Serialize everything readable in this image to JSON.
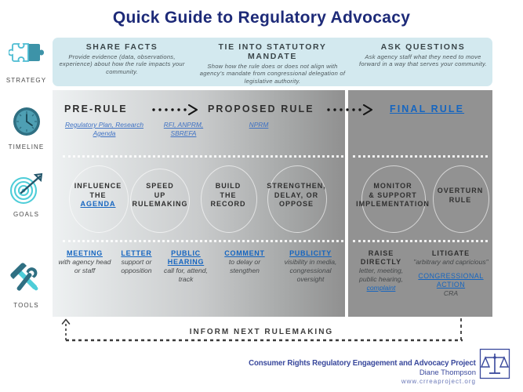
{
  "title": "Quick Guide to Regulatory Advocacy",
  "colors": {
    "title": "#1d2a78",
    "strategy_band": "#d3e9ef",
    "link_blue": "#1565c0",
    "teal": "#3d93a8",
    "cyan": "#4ecdd8",
    "panel_right": "#929292",
    "footer_blue": "#39489c"
  },
  "rail": {
    "items": [
      {
        "label": "STRATEGY",
        "icon": "puzzle-piece-icon"
      },
      {
        "label": "TIMELINE",
        "icon": "clock-icon"
      },
      {
        "label": "GOALS",
        "icon": "target-arrow-icon"
      },
      {
        "label": "TOOLS",
        "icon": "hammer-wrench-icon"
      }
    ]
  },
  "strategy": {
    "columns": [
      {
        "title": "SHARE FACTS",
        "body": "Provide evidence (data, observations, experience) about how the rule impacts your community."
      },
      {
        "title": "TIE INTO STATUTORY MANDATE",
        "body": "Show how the rule does or does not align with agency's mandate from congressional delegation of legislative authority."
      },
      {
        "title": "ASK QUESTIONS",
        "body": "Ask agency staff what they need to move forward in a way that serves your community."
      }
    ]
  },
  "timeline": {
    "stages": [
      {
        "label": "PRE-RULE",
        "is_link": false
      },
      {
        "label": "PROPOSED RULE",
        "is_link": false
      },
      {
        "label": "FINAL RULE",
        "is_link": true
      }
    ],
    "arrows": [
      "dotted-arrow-icon",
      "dotted-arrow-icon"
    ],
    "links": [
      {
        "text": "Regulatory Plan, Research Agenda"
      },
      {
        "text": "RFI, ANPRM, SBREFA"
      },
      {
        "text": "NPRM"
      }
    ]
  },
  "goals": {
    "items": [
      {
        "lines": [
          "INFLUENCE",
          "THE",
          "AGENDA"
        ],
        "link_line_index": 2
      },
      {
        "lines": [
          "SPEED",
          "UP",
          "RULEMAKING"
        ],
        "link_line_index": -1
      },
      {
        "lines": [
          "BUILD",
          "THE",
          "RECORD"
        ],
        "link_line_index": -1
      },
      {
        "lines": [
          "STRENGTHEN,",
          "DELAY, OR",
          "OPPOSE"
        ],
        "link_line_index": -1
      },
      {
        "lines": [
          "MONITOR",
          "& SUPPORT",
          "IMPLEMENTATION"
        ],
        "link_line_index": -1
      },
      {
        "lines": [
          "OVERTURN",
          "RULE"
        ],
        "link_line_index": -1
      }
    ]
  },
  "tools": {
    "items": [
      {
        "head": "MEETING",
        "head_is_link": true,
        "body": "with agency head or staff"
      },
      {
        "head": "LETTER",
        "head_is_link": true,
        "body": "support or opposition"
      },
      {
        "head": "PUBLIC HEARING",
        "head_is_link": true,
        "body": "call for, attend, track"
      },
      {
        "head": "COMMENT",
        "head_is_link": true,
        "body": "to delay or stengthen"
      },
      {
        "head": "PUBLICITY",
        "head_is_link": true,
        "body": "visibility in media, congressional oversight"
      },
      {
        "head": "RAISE DIRECTLY",
        "head_is_link": false,
        "body": "letter, meeting, public hearing,",
        "body_link": "complaint"
      },
      {
        "head": "LITIGATE",
        "head_is_link": false,
        "body": "\"arbitrary and capricious\"",
        "body_link2": "CONGRESSIONAL ACTION",
        "body_tail": "CRA"
      }
    ]
  },
  "loop": {
    "label": "INFORM NEXT RULEMAKING",
    "arrow": "up-arrow-icon"
  },
  "footer": {
    "org": "Consumer Rights Regulatory Engagement and Advocacy Project",
    "person": "Diane Thompson",
    "url": "www.crreaproject.org",
    "logo": "scales-of-justice-icon"
  }
}
